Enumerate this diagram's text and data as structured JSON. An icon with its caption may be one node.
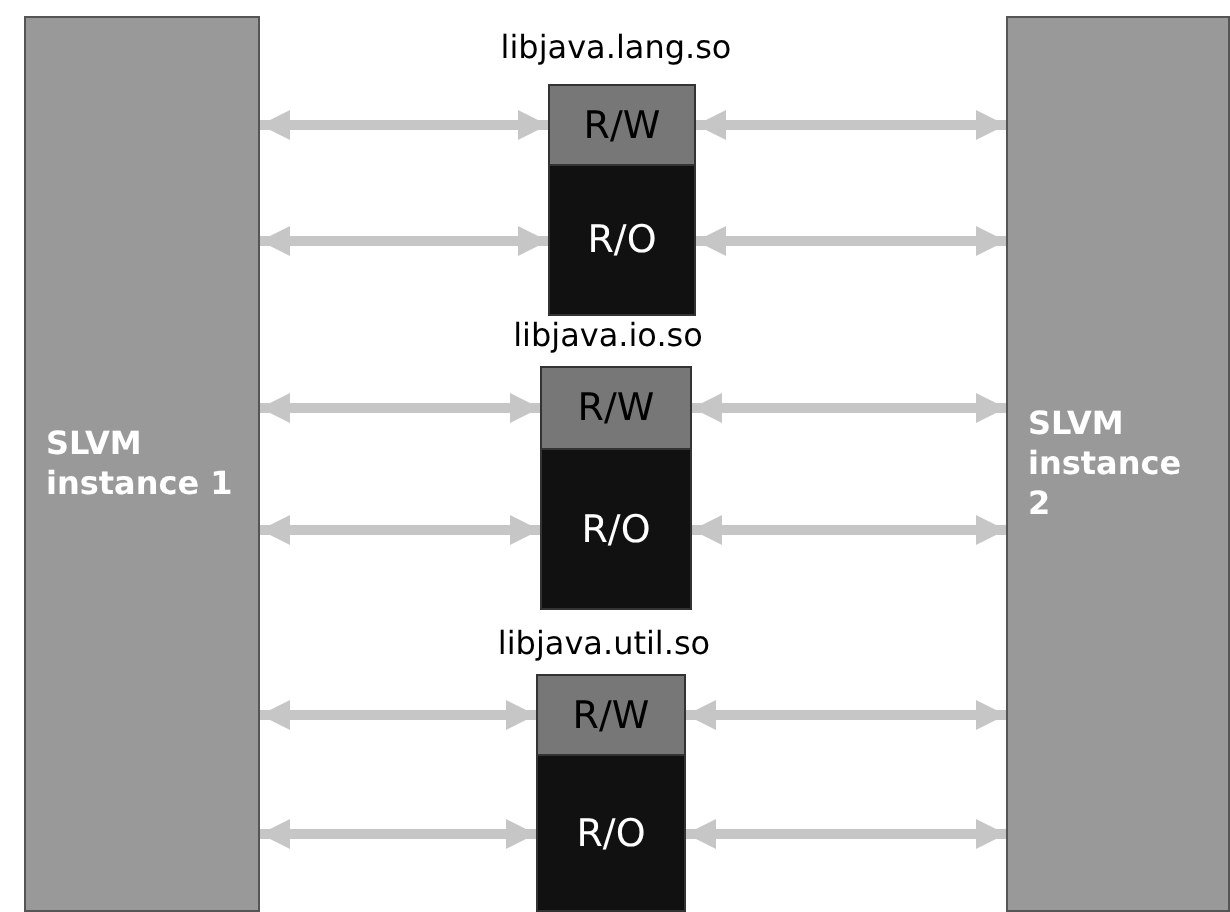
{
  "diagram": {
    "nodes": [
      {
        "text": [
          "SLVM instance 1"
        ]
      },
      {
        "text": [
          "libjava.lang.so"
        ]
      },
      {
        "text": [
          "R/W"
        ],
        "in": 1
      },
      {
        "text": [
          "R/O"
        ],
        "in": 1
      },
      {
        "text": [
          "libjava.io.so"
        ]
      },
      {
        "text": [
          "R/W"
        ],
        "in": 4
      },
      {
        "text": [
          "R/O"
        ],
        "in": 4
      },
      {
        "text": [
          "libjava.util.so"
        ]
      },
      {
        "text": [
          "R/W"
        ],
        "in": 7
      },
      {
        "text": [
          "R/O"
        ],
        "in": 7
      },
      {
        "text": [
          "SLVM instance 2"
        ]
      }
    ],
    "edges": [
      {
        "from": 0,
        "to": 2,
        "arrow": "both"
      },
      {
        "from": 0,
        "to": 3,
        "arrow": "both"
      },
      {
        "from": 2,
        "to": 10,
        "arrow": "both"
      },
      {
        "from": 3,
        "to": 10,
        "arrow": "both"
      },
      {
        "from": 0,
        "to": 5,
        "arrow": "both"
      },
      {
        "from": 0,
        "to": 6,
        "arrow": "both"
      },
      {
        "from": 5,
        "to": 10,
        "arrow": "both"
      },
      {
        "from": 6,
        "to": 10,
        "arrow": "both"
      },
      {
        "from": 0,
        "to": 8,
        "arrow": "both"
      },
      {
        "from": 0,
        "to": 9,
        "arrow": "both"
      },
      {
        "from": 8,
        "to": 10,
        "arrow": "both"
      },
      {
        "from": 9,
        "to": 10,
        "arrow": "both"
      }
    ]
  }
}
